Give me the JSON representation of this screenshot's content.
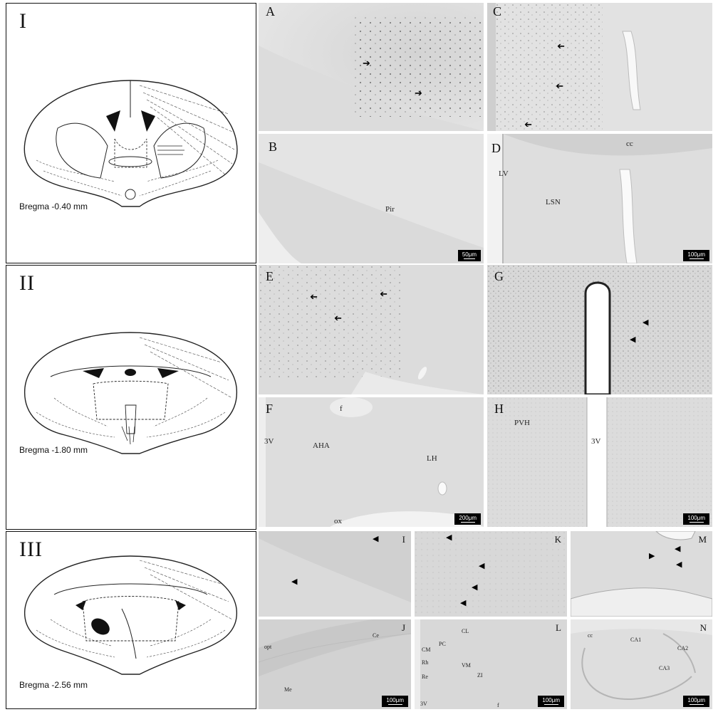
{
  "sections": [
    {
      "roman": "I",
      "bregma": "Bregma -0.40 mm"
    },
    {
      "roman": "II",
      "bregma": "Bregma -1.80 mm"
    },
    {
      "roman": "III",
      "bregma": "Bregma -2.56 mm"
    }
  ],
  "panels": {
    "A": {
      "label": "A"
    },
    "B": {
      "label": "B",
      "regions": [
        "Pir"
      ],
      "scale": "50μm"
    },
    "C": {
      "label": "C"
    },
    "D": {
      "label": "D",
      "regions": [
        "cc",
        "LV",
        "LSN"
      ],
      "scale": "100μm"
    },
    "E": {
      "label": "E"
    },
    "F": {
      "label": "F",
      "regions": [
        "f",
        "3V",
        "AHA",
        "LH",
        "ox"
      ],
      "scale": "200μm"
    },
    "G": {
      "label": "G"
    },
    "H": {
      "label": "H",
      "regions": [
        "PVH",
        "3V"
      ],
      "scale": "100μm"
    },
    "I": {
      "label": "I"
    },
    "J": {
      "label": "J",
      "regions": [
        "opt",
        "Ce",
        "Me"
      ],
      "scale": "100μm"
    },
    "K": {
      "label": "K"
    },
    "L": {
      "label": "L",
      "regions": [
        "CL",
        "PC",
        "CM",
        "VM",
        "Rh",
        "Re",
        "ZI",
        "3V",
        "f"
      ],
      "scale": "100μm"
    },
    "M": {
      "label": "M"
    },
    "N": {
      "label": "N",
      "regions": [
        "cc",
        "CA1",
        "CA2",
        "CA3"
      ],
      "scale": "100μm"
    }
  }
}
